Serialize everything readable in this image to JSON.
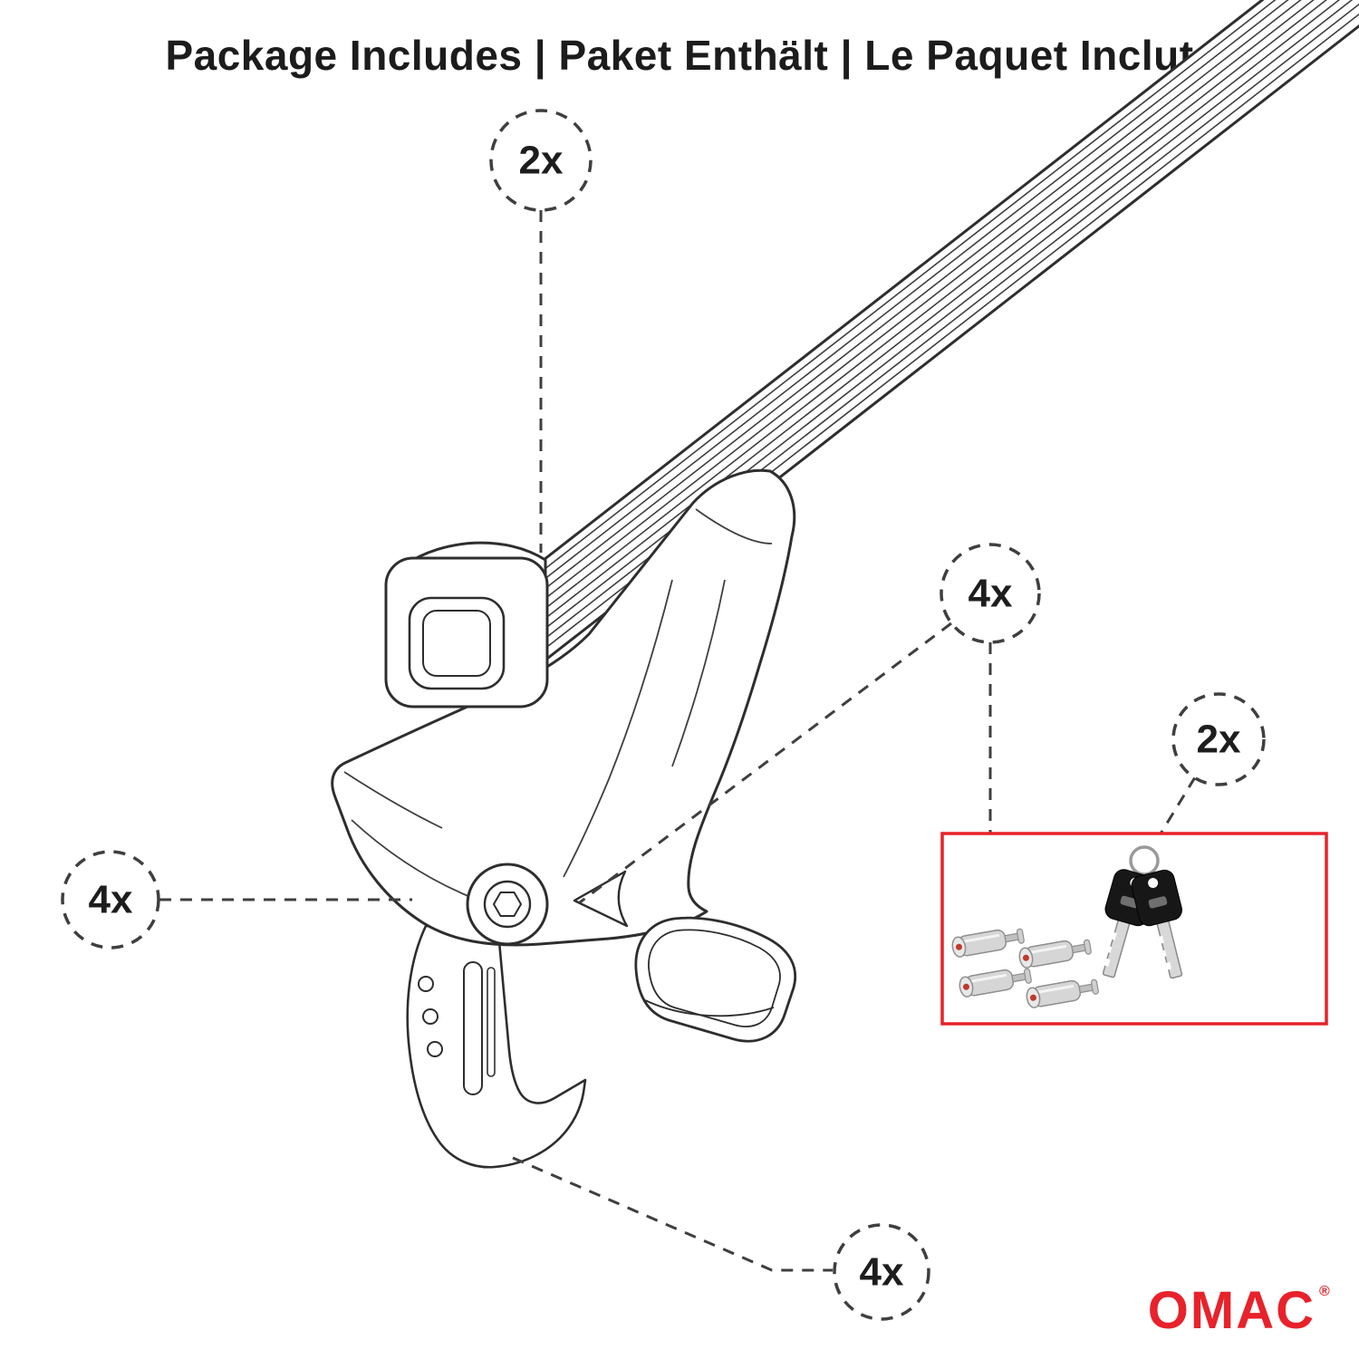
{
  "title": "Package Includes | Paket Enthält | Le Paquet Inclut",
  "callouts": {
    "crossbar_qty": "2x",
    "foot_qty": "4x",
    "lock_qty": "4x",
    "key_qty": "2x",
    "clamp_qty": "4x"
  },
  "brand": {
    "name": "OMAC",
    "registered_mark": "®"
  },
  "colors": {
    "accent_red": "#E8222A",
    "line_color": "#2e2e2e",
    "dash_color": "#3f3f3f"
  }
}
